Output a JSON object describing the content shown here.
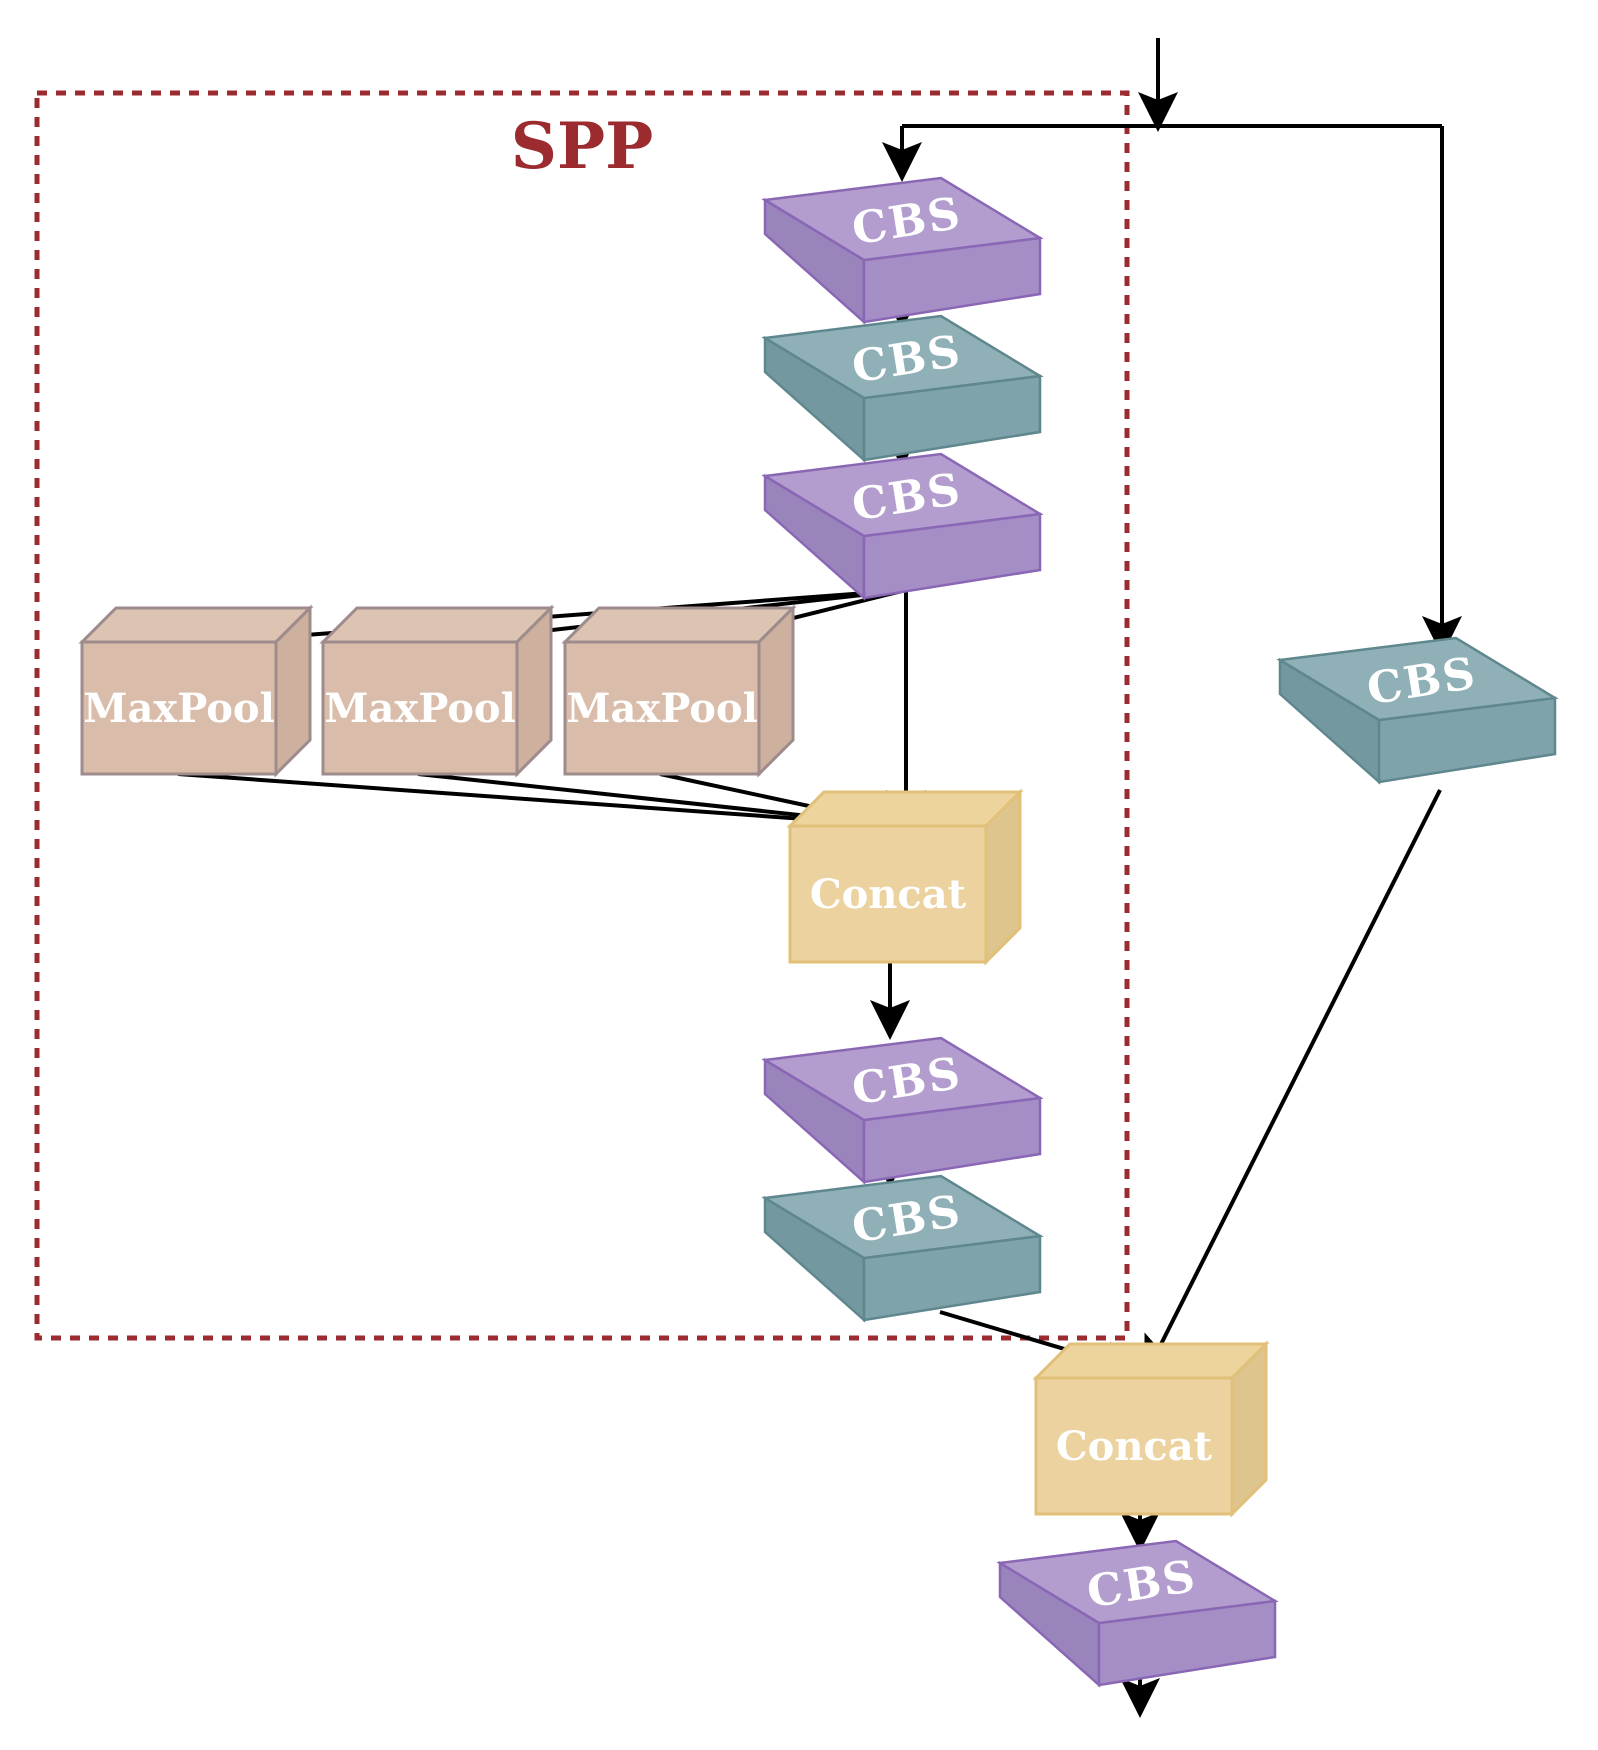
{
  "diagram": {
    "title": "SPP",
    "colors": {
      "spp_border": "#9B2B2F",
      "arrow": "#000000",
      "cbs_purple": {
        "top": "#B39DCE",
        "front": "#A58EC6",
        "side": "#9A84BC",
        "stroke": "#8A67B5"
      },
      "cbs_teal": {
        "top": "#8FB0B6",
        "front": "#7FA3AA",
        "side": "#74989F",
        "stroke": "#5F878E"
      },
      "maxpool": {
        "top": "#DCC3B2",
        "front": "#D9BCA9",
        "side": "#CDB09D",
        "stroke": "#9E8C8C"
      },
      "concat": {
        "top": "#EDD49C",
        "front": "#EBD29E",
        "side": "#DEC48D",
        "stroke": "#E1C07A"
      }
    },
    "blocks": [
      {
        "id": "cbs1",
        "kind": "cbs",
        "color": "purple",
        "label": "CBS"
      },
      {
        "id": "cbs2",
        "kind": "cbs",
        "color": "teal",
        "label": "CBS"
      },
      {
        "id": "cbs3",
        "kind": "cbs",
        "color": "purple",
        "label": "CBS"
      },
      {
        "id": "maxpool1",
        "kind": "maxpool",
        "label": "MaxPool"
      },
      {
        "id": "maxpool2",
        "kind": "maxpool",
        "label": "MaxPool"
      },
      {
        "id": "maxpool3",
        "kind": "maxpool",
        "label": "MaxPool"
      },
      {
        "id": "concat1",
        "kind": "concat",
        "label": "Concat"
      },
      {
        "id": "cbs4",
        "kind": "cbs",
        "color": "purple",
        "label": "CBS"
      },
      {
        "id": "cbs5",
        "kind": "cbs",
        "color": "teal",
        "label": "CBS"
      },
      {
        "id": "cbs_branch",
        "kind": "cbs",
        "color": "teal",
        "label": "CBS"
      },
      {
        "id": "concat2",
        "kind": "concat",
        "label": "Concat"
      },
      {
        "id": "cbs_out",
        "kind": "cbs",
        "color": "purple",
        "label": "CBS"
      }
    ],
    "connections": [
      [
        "input",
        "cbs1"
      ],
      [
        "input",
        "cbs_branch"
      ],
      [
        "cbs1",
        "cbs2"
      ],
      [
        "cbs2",
        "cbs3"
      ],
      [
        "cbs3",
        "maxpool1"
      ],
      [
        "cbs3",
        "maxpool2"
      ],
      [
        "cbs3",
        "maxpool3"
      ],
      [
        "cbs3",
        "concat1"
      ],
      [
        "maxpool1",
        "concat1"
      ],
      [
        "maxpool2",
        "concat1"
      ],
      [
        "maxpool3",
        "concat1"
      ],
      [
        "concat1",
        "cbs4"
      ],
      [
        "cbs4",
        "cbs5"
      ],
      [
        "cbs5",
        "concat2"
      ],
      [
        "cbs_branch",
        "concat2"
      ],
      [
        "concat2",
        "cbs_out"
      ],
      [
        "cbs_out",
        "output"
      ]
    ]
  }
}
